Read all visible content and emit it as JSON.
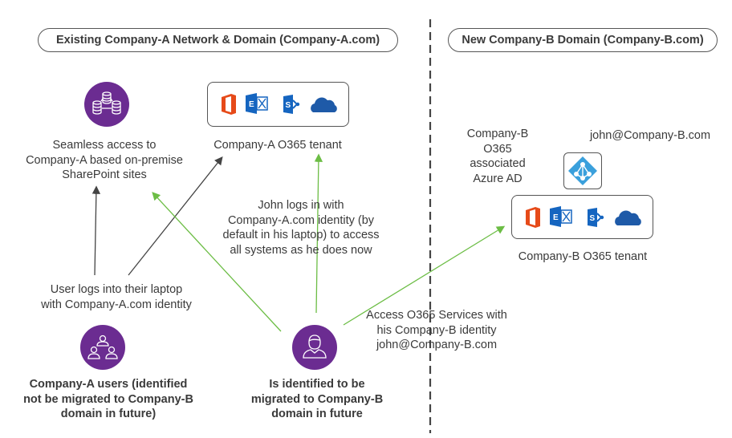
{
  "headers": {
    "left": "Existing Company-A Network & Domain (Company-A.com)",
    "right": "New Company-B Domain (Company-B.com)"
  },
  "left": {
    "sharepoint_access": [
      "Seamless access to",
      "Company-A based on-premise",
      "SharePoint sites"
    ],
    "tenant_label": "Company-A O365 tenant",
    "john_logs": [
      "John logs in with",
      "Company-A.com identity (by",
      "default in his laptop) to access",
      "all systems as he does now"
    ],
    "user_logs": [
      "User logs into their laptop",
      "with Company-A.com identity"
    ],
    "users_group": [
      "Company-A users (identified",
      "not be migrated to Company-B",
      "domain in future)"
    ],
    "john_identified": [
      "Is identified to be",
      "migrated to Company-B",
      "domain in future"
    ]
  },
  "right": {
    "azure_ad_label": [
      "Company-B",
      "O365",
      "associated",
      "Azure AD"
    ],
    "email": "john@Company-B.com",
    "tenant_label": "Company-B O365 tenant",
    "access_services": [
      "Access O365 Services with",
      "his Company-B identity",
      "john@Company-B.com"
    ]
  },
  "icons": {
    "database": "database-cluster-icon",
    "office": "office-icon",
    "exchange": "exchange-icon",
    "sharepoint": "sharepoint-icon",
    "onedrive": "onedrive-icon",
    "azure_ad": "azure-ad-icon",
    "users": "user-group-icon",
    "user": "user-icon"
  },
  "colors": {
    "purple": "#6b2c91",
    "green_arrow": "#6cbd45",
    "dark_arrow": "#444444",
    "office_red": "#e64a19",
    "ms_blue": "#1565c0",
    "azure_blue": "#3aa0dc"
  }
}
